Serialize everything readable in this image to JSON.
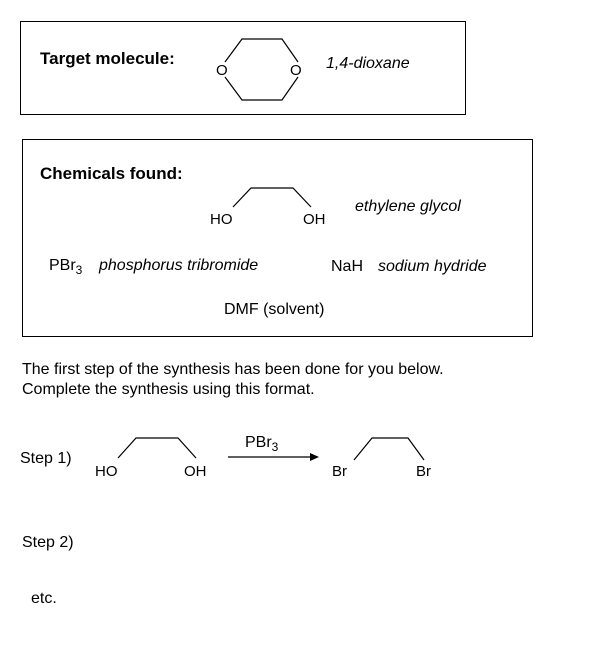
{
  "target": {
    "heading": "Target molecule:",
    "atom_o_left": "O",
    "atom_o_right": "O",
    "name": "1,4-dioxane"
  },
  "chemicals": {
    "heading": "Chemicals found:",
    "glycol_ho": "HO",
    "glycol_oh": "OH",
    "glycol_name": "ethylene glycol",
    "pbr3_formula_main": "PBr",
    "pbr3_formula_sub": "3",
    "pbr3_name": "phosphorus tribromide",
    "nah_formula": "NaH",
    "nah_name": "sodium hydride",
    "solvent": "DMF (solvent)"
  },
  "instructions": {
    "line1": "The first step of the synthesis has been done for you below.",
    "line2": "Complete the synthesis using this format."
  },
  "steps": {
    "step1_label": "Step 1)",
    "step1_ho": "HO",
    "step1_oh": "OH",
    "reagent_main": "PBr",
    "reagent_sub": "3",
    "product_br_left": "Br",
    "product_br_right": "Br",
    "step2_label": "Step 2)",
    "etc": "etc."
  }
}
